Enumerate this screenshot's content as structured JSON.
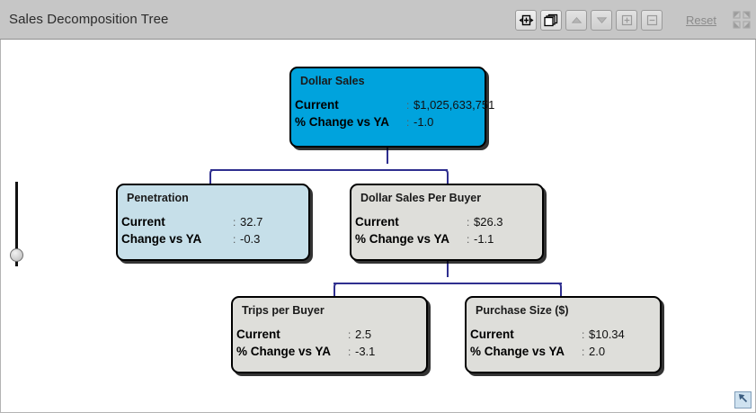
{
  "window": {
    "title": "Sales Decomposition Tree"
  },
  "toolbar": {
    "buttons": [
      {
        "name": "fit-to-width-icon",
        "tooltip": "Fit to Width"
      },
      {
        "name": "copy-layers-icon",
        "tooltip": "Copy"
      },
      {
        "name": "scroll-up-icon",
        "tooltip": "Up"
      },
      {
        "name": "scroll-down-icon",
        "tooltip": "Down"
      },
      {
        "name": "expand-all-icon",
        "tooltip": "Expand"
      },
      {
        "name": "collapse-all-icon",
        "tooltip": "Collapse"
      }
    ],
    "reset_label": "Reset",
    "fullscreen_icon": "four-corner-arrows-icon"
  },
  "zoom_control": {
    "name": "zoom-slider",
    "orientation": "vertical",
    "handle_position_pct": 79
  },
  "resize_badge": {
    "name": "resize-handle",
    "icon": "arrow-up-left-icon"
  },
  "tree": {
    "nodes": [
      {
        "id": "dollar-sales",
        "title": "Dollar Sales",
        "style": "root",
        "rows": [
          {
            "label": "Current",
            "sep": ":",
            "value": "$1,025,633,751"
          },
          {
            "label": "% Change vs YA",
            "sep": ":",
            "value": "-1.0"
          }
        ]
      },
      {
        "id": "penetration",
        "title": "Penetration",
        "style": "light",
        "rows": [
          {
            "label": "Current",
            "sep": ":",
            "value": "32.7"
          },
          {
            "label": "Change vs YA",
            "sep": ":",
            "value": "-0.3"
          }
        ]
      },
      {
        "id": "dollar-sales-per-buyer",
        "title": "Dollar Sales Per Buyer",
        "style": "gray",
        "rows": [
          {
            "label": "Current",
            "sep": ":",
            "value": "$26.3"
          },
          {
            "label": "% Change vs YA",
            "sep": ":",
            "value": "-1.1"
          }
        ]
      },
      {
        "id": "trips-per-buyer",
        "title": "Trips per Buyer",
        "style": "gray",
        "rows": [
          {
            "label": "Current",
            "sep": ":",
            "value": "2.5"
          },
          {
            "label": "% Change vs YA",
            "sep": ":",
            "value": "-3.1"
          }
        ]
      },
      {
        "id": "purchase-size",
        "title": "Purchase Size ($)",
        "style": "gray",
        "rows": [
          {
            "label": "Current",
            "sep": ":",
            "value": "$10.34"
          },
          {
            "label": "% Change vs YA",
            "sep": ":",
            "value": "2.0"
          }
        ]
      }
    ]
  },
  "colors": {
    "titlebar": "#c6c6c6",
    "root_node": "#00a3dd",
    "light_node": "#c6dfe9",
    "gray_node": "#dededa",
    "connector": "#2f2f8f",
    "reset_link": "#8b8b8b"
  }
}
